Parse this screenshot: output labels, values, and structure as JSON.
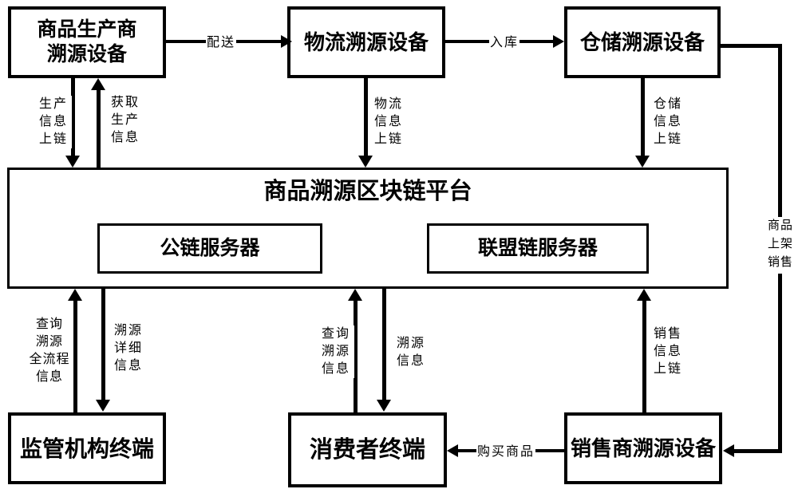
{
  "nodes": {
    "producer": {
      "label": "商品生产商\n溯源设备"
    },
    "logistics": {
      "label": "物流溯源设备"
    },
    "warehouse": {
      "label": "仓储溯源设备"
    },
    "platform": {
      "label": "商品溯源区块链平台"
    },
    "public_chain": {
      "label": "公链服务器"
    },
    "consortium_chain": {
      "label": "联盟链服务器"
    },
    "regulator": {
      "label": "监管机构终端"
    },
    "consumer": {
      "label": "消费者终端"
    },
    "seller": {
      "label": "销售商溯源设备"
    }
  },
  "edges": {
    "delivery": "配送",
    "warehousing": "入库",
    "production_up_chain": "生产\n信息\n上链",
    "get_production_info": "获取\n生产\n信息",
    "logistics_up_chain": "物流\n信息\n上链",
    "warehouse_up_chain": "仓储\n信息\n上链",
    "product_listing": "商品\n上架\n销售",
    "query_full_trace": "查询\n溯源\n全流程\n信息",
    "trace_detail": "溯源\n详细\n信息",
    "query_trace": "查询\n溯源\n信息",
    "trace_info": "溯源\n信息",
    "sales_up_chain": "销售\n信息\n上链",
    "purchase": "购买商品"
  },
  "colors": {
    "line": "#000000",
    "background": "#ffffff"
  }
}
